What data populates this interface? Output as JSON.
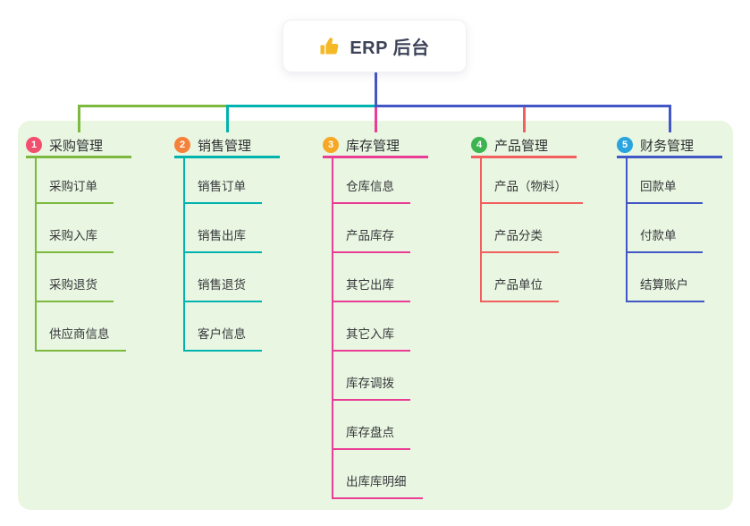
{
  "root": {
    "title": "ERP 后台",
    "icon": "thumbs-up",
    "icon_color": "#f5b928",
    "trunk_color": "#4356c6"
  },
  "panel": {
    "background": "#e9f6e1"
  },
  "branches": [
    {
      "number": "1",
      "label": "采购管理",
      "line_color": "#7cb93e",
      "badge_color": "#f14f6d",
      "children": [
        "采购订单",
        "采购入库",
        "采购退货",
        "供应商信息"
      ]
    },
    {
      "number": "2",
      "label": "销售管理",
      "line_color": "#00b3ae",
      "badge_color": "#f5823a",
      "children": [
        "销售订单",
        "销售出库",
        "销售退货",
        "客户信息"
      ]
    },
    {
      "number": "3",
      "label": "库存管理",
      "line_color": "#ea3d96",
      "badge_color": "#f6a824",
      "children": [
        "仓库信息",
        "产品库存",
        "其它出库",
        "其它入库",
        "库存调拨",
        "库存盘点",
        "出库库明细"
      ]
    },
    {
      "number": "4",
      "label": "产品管理",
      "line_color": "#f15f5f",
      "badge_color": "#3cb44f",
      "children": [
        "产品（物料）",
        "产品分类",
        "产品单位"
      ]
    },
    {
      "number": "5",
      "label": "财务管理",
      "line_color": "#4356c6",
      "badge_color": "#29a4de",
      "children": [
        "回款单",
        "付款单",
        "结算账户"
      ]
    }
  ]
}
